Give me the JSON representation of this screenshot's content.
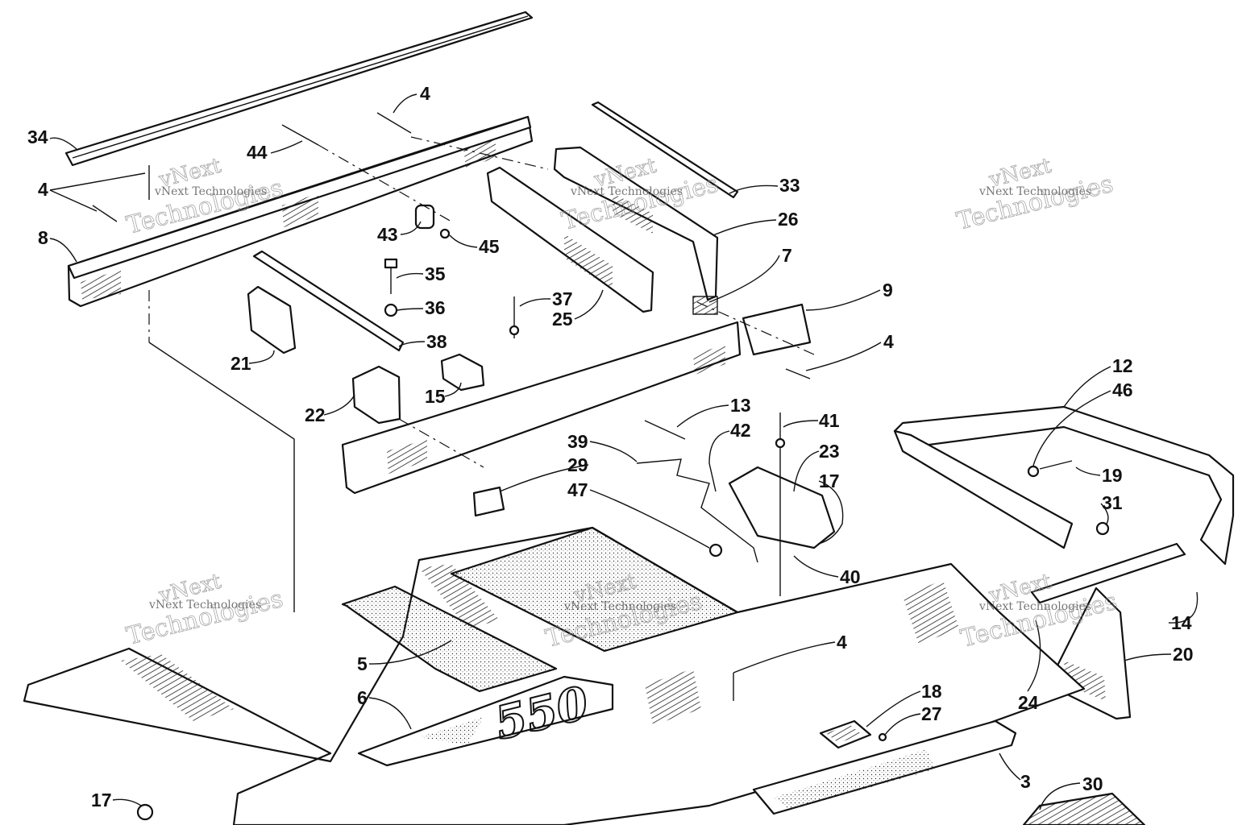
{
  "diagram": {
    "watermark_short": "vNext",
    "watermark_full": "vNext Technologies",
    "watermark_large": "Technologies",
    "decal_text": "550",
    "callouts": [
      {
        "id": "c34",
        "label": "34"
      },
      {
        "id": "c4a",
        "label": "4"
      },
      {
        "id": "c44",
        "label": "44"
      },
      {
        "id": "c4b",
        "label": "4"
      },
      {
        "id": "c8",
        "label": "8"
      },
      {
        "id": "c43",
        "label": "43"
      },
      {
        "id": "c45",
        "label": "45"
      },
      {
        "id": "c33",
        "label": "33"
      },
      {
        "id": "c26",
        "label": "26"
      },
      {
        "id": "c7",
        "label": "7"
      },
      {
        "id": "c35",
        "label": "35"
      },
      {
        "id": "c36",
        "label": "36"
      },
      {
        "id": "c37",
        "label": "37"
      },
      {
        "id": "c25",
        "label": "25"
      },
      {
        "id": "c9",
        "label": "9"
      },
      {
        "id": "c38",
        "label": "38"
      },
      {
        "id": "c21",
        "label": "21"
      },
      {
        "id": "c4c",
        "label": "4"
      },
      {
        "id": "c15",
        "label": "15"
      },
      {
        "id": "c22",
        "label": "22"
      },
      {
        "id": "c13",
        "label": "13"
      },
      {
        "id": "c42",
        "label": "42"
      },
      {
        "id": "c41",
        "label": "41"
      },
      {
        "id": "c12",
        "label": "12"
      },
      {
        "id": "c46",
        "label": "46"
      },
      {
        "id": "c39",
        "label": "39"
      },
      {
        "id": "c23",
        "label": "23"
      },
      {
        "id": "c29",
        "label": "29"
      },
      {
        "id": "c17a",
        "label": "17"
      },
      {
        "id": "c19",
        "label": "19"
      },
      {
        "id": "c47",
        "label": "47"
      },
      {
        "id": "c31",
        "label": "31"
      },
      {
        "id": "c40",
        "label": "40"
      },
      {
        "id": "c14",
        "label": "14"
      },
      {
        "id": "c4d",
        "label": "4"
      },
      {
        "id": "c20",
        "label": "20"
      },
      {
        "id": "c5",
        "label": "5"
      },
      {
        "id": "c18",
        "label": "18"
      },
      {
        "id": "c6",
        "label": "6"
      },
      {
        "id": "c27",
        "label": "27"
      },
      {
        "id": "c24",
        "label": "24"
      },
      {
        "id": "c3",
        "label": "3"
      },
      {
        "id": "c30",
        "label": "30"
      },
      {
        "id": "c17b",
        "label": "17"
      }
    ]
  }
}
